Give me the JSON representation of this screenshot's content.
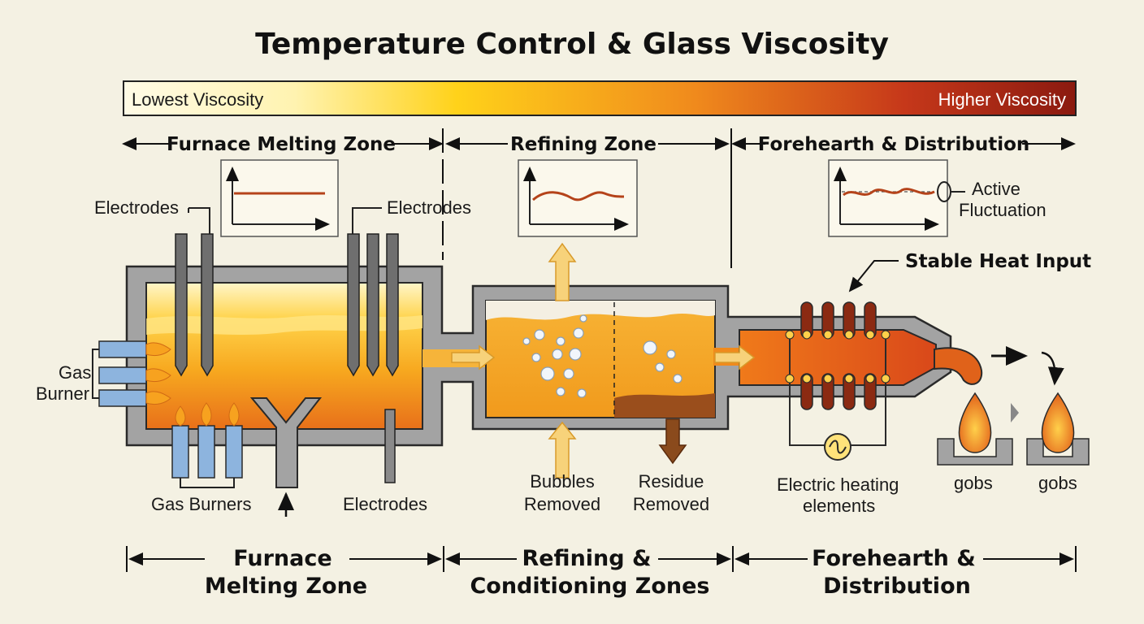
{
  "title": "Temperature Control & Glass Viscosity",
  "viscosity_bar": {
    "low_label": "Lowest Viscosity",
    "high_label": "Higher Viscosity",
    "colors": [
      "#fff7d0",
      "#ffe066",
      "#f2a91f",
      "#d45414",
      "#8b1a10"
    ]
  },
  "top_zones": {
    "melting": "Furnace Melting Zone",
    "refining": "Refining Zone",
    "forehearth": "Forehearth & Distribution"
  },
  "labels": {
    "electrodes_left": "Electrodes",
    "electrodes_right": "Electrodes",
    "electrodes_bottom": "Electrodes",
    "gas_burner_line1": "Gas",
    "gas_burner_line2": "Burner",
    "gas_burners": "Gas Burners",
    "active_fluctuation_line1": "Active",
    "active_fluctuation_line2": "Fluctuation",
    "stable_heat_input": "Stable Heat Input",
    "bubbles_removed_line1": "Bubbles",
    "bubbles_removed_line2": "Removed",
    "residue_removed_line1": "Residue",
    "residue_removed_line2": "Removed",
    "electric_heating_line1": "Electric heating",
    "electric_heating_line2": "elements",
    "gobs_1": "gobs",
    "gobs_2": "gobs"
  },
  "bottom_zones": {
    "melting_line1": "Furnace",
    "melting_line2": "Melting Zone",
    "refining_line1": "Refining &",
    "refining_line2": "Conditioning Zones",
    "forehearth_line1": "Forehearth &",
    "forehearth_line2": "Distribution"
  },
  "colors": {
    "wall": "#a3a3a3",
    "wall_stroke": "#2a2a2a",
    "glass_light": "#ffd04a",
    "glass_mid": "#f5a51f",
    "glass_dark": "#e0621a",
    "burner_blue": "#8db4de",
    "electrode": "#6f6f6f",
    "arrow_yellow": "#f7d27a",
    "residue": "#8a4a1c"
  }
}
